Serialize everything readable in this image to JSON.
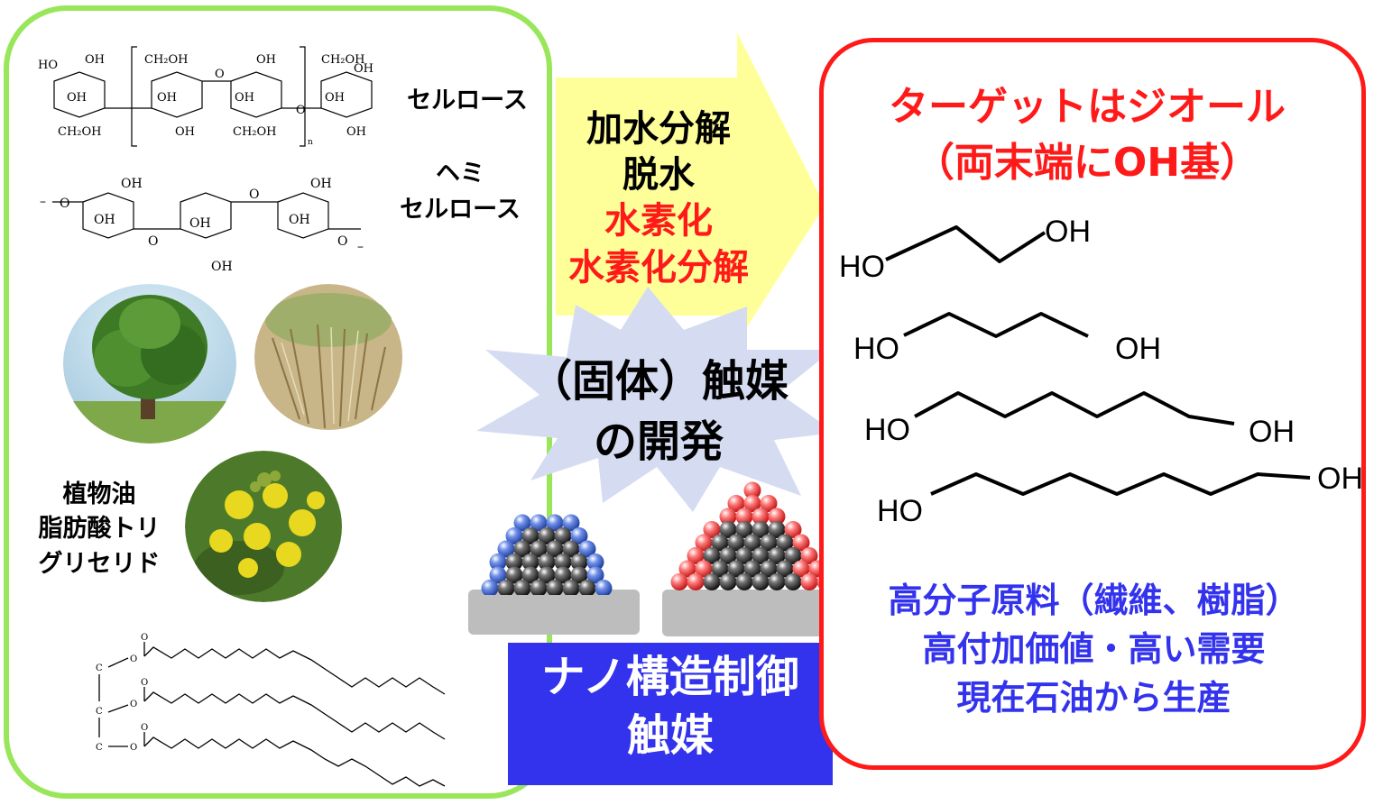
{
  "feedstock": {
    "cellulose_label": "セルロース",
    "hemicellulose_label_1": "ヘミ",
    "hemicellulose_label_2": "セルロース",
    "vegetable_oil_label_1": "植物油",
    "vegetable_oil_label_2": "脂肪酸トリ",
    "vegetable_oil_label_3": "グリセリド",
    "structure_labels": {
      "oh": "OH",
      "ho": "HO",
      "ch2oh": "CH₂OH",
      "o": "O",
      "n": "n",
      "c": "C"
    }
  },
  "process": {
    "step_1": "加水分解",
    "step_2": "脱水",
    "step_3": "水素化",
    "step_4": "水素化分解"
  },
  "catalyst": {
    "line_1": "（固体）触媒",
    "line_2": "の開発"
  },
  "nano": {
    "line_1": "ナノ構造制御",
    "line_2": "触媒"
  },
  "target": {
    "title_1": "ターゲットはジオール",
    "title_2": "（両末端にOH基）",
    "diol_labels": {
      "ho": "HO",
      "oh": "OH"
    }
  },
  "value": {
    "line_1": "高分子原料（繊維、樹脂）",
    "line_2": "高付加価値・高い需要",
    "line_3": "現在石油から生産"
  },
  "colors": {
    "left_border": "#99e65a",
    "right_border": "#ff1a1a",
    "arrow": "#ffff99",
    "burst": "#d5dcf2",
    "nano_box": "#3333ee",
    "accent_red": "#ff1a1a",
    "accent_blue": "#3333ee"
  }
}
